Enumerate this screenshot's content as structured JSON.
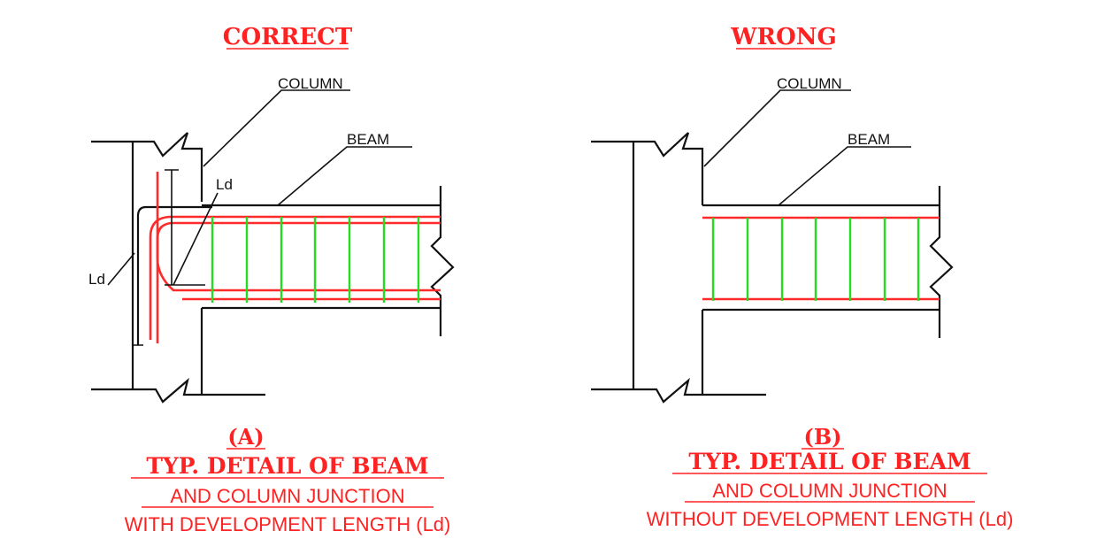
{
  "colors": {
    "text_red": "#ff2222",
    "rebar_red": "#ff2a2a",
    "stirrup_green": "#22dd22",
    "line_black": "#111111"
  },
  "diagram_a": {
    "heading": "CORRECT",
    "labels": {
      "column": "COLUMN",
      "beam": "BEAM",
      "ld_top": "Ld",
      "ld_side": "Ld"
    },
    "caption_id": "(A)",
    "caption_title": "TYP. DETAIL OF BEAM",
    "caption_line1": "AND COLUMN JUNCTION",
    "caption_line2": "WITH DEVELOPMENT LENGTH (Ld)"
  },
  "diagram_b": {
    "heading": "WRONG",
    "labels": {
      "column": "COLUMN",
      "beam": "BEAM"
    },
    "caption_id": "(B)",
    "caption_title": "TYP. DETAIL OF BEAM",
    "caption_line1": "AND COLUMN JUNCTION",
    "caption_line2": "WITHOUT DEVELOPMENT LENGTH (Ld)"
  }
}
